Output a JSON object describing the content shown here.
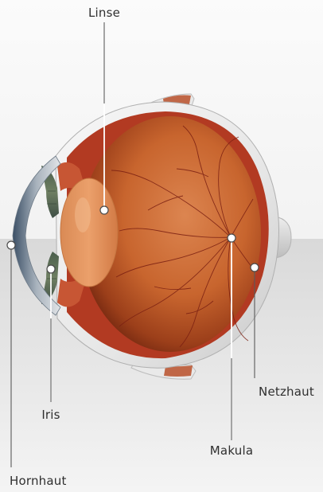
{
  "labels": {
    "linse": "Linse",
    "iris": "Iris",
    "hornhaut": "Hornhaut",
    "makula": "Makula",
    "netzhaut": "Netzhaut"
  }
}
